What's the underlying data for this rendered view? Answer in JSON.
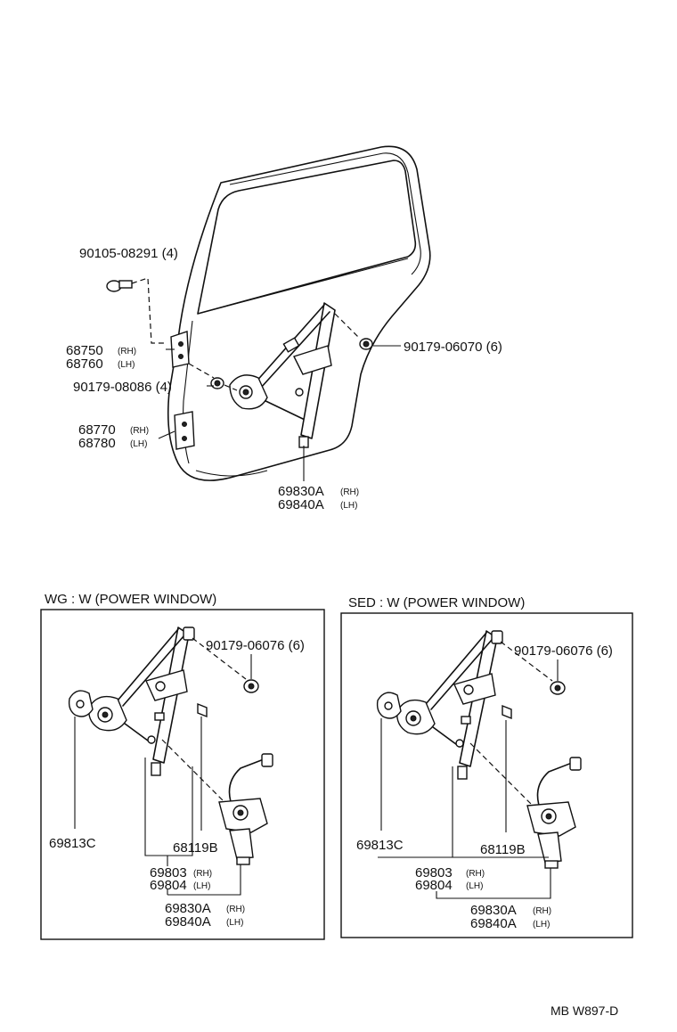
{
  "main": {
    "labels": {
      "bolt": "90105-08291",
      "bolt_qty": "(4)",
      "hinge_upper_rh": "68750",
      "hinge_upper_lh": "68760",
      "nut_a": "90179-08086",
      "nut_a_qty": "(4)",
      "hinge_lower_rh": "68770",
      "hinge_lower_lh": "68780",
      "nut_b": "90179-06070",
      "nut_b_qty": "(6)",
      "regulator_rh": "69830A",
      "regulator_lh": "69840A"
    },
    "rh": "(RH)",
    "lh": "(LH)"
  },
  "panel_wg": {
    "title": "WG : W (POWER  WINDOW)",
    "nut": "90179-06076",
    "nut_qty": "(6)",
    "plate": "69813C",
    "clip": "68119B",
    "regulator_rh": "69803",
    "regulator_lh": "69804",
    "motor_rh": "69830A",
    "motor_lh": "69840A"
  },
  "panel_sed": {
    "title": "SED : W (POWER  WINDOW)",
    "nut": "90179-06076",
    "nut_qty": "(6)",
    "plate": "69813C",
    "clip": "68119B",
    "regulator_rh": "69803",
    "regulator_lh": "69804",
    "motor_rh": "69830A",
    "motor_lh": "69840A"
  },
  "footer": {
    "code": "MB  W897-D"
  }
}
